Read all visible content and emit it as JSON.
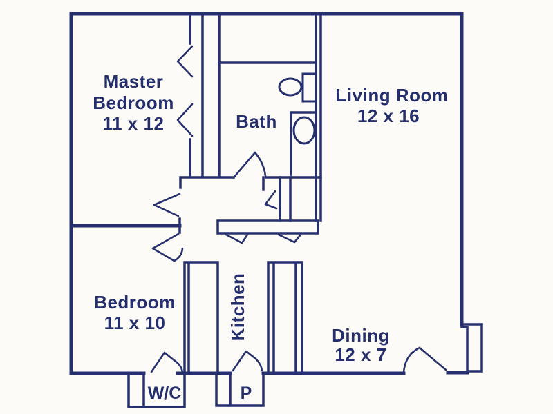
{
  "palette": {
    "wall": "#26306e",
    "text": "#262f6e",
    "background": "#fcfbf7"
  },
  "rooms": {
    "master_bedroom": {
      "lines": [
        "Master",
        "Bedroom",
        "11 x 12"
      ]
    },
    "bath": {
      "lines": [
        "Bath"
      ]
    },
    "living_room": {
      "lines": [
        "Living Room",
        "12 x 16"
      ]
    },
    "bedroom": {
      "lines": [
        "Bedroom",
        "11 x 10"
      ]
    },
    "kitchen": {
      "lines": [
        "Kitchen"
      ]
    },
    "dining": {
      "lines": [
        "Dining",
        "12 x 7"
      ]
    },
    "water_closet": {
      "lines": [
        "W/C"
      ]
    },
    "pantry": {
      "lines": [
        "P"
      ]
    }
  },
  "icons": {
    "sink-icon": "oval-basin-on-vanity",
    "toilet-icon": "oval-bowl-with-tank"
  }
}
